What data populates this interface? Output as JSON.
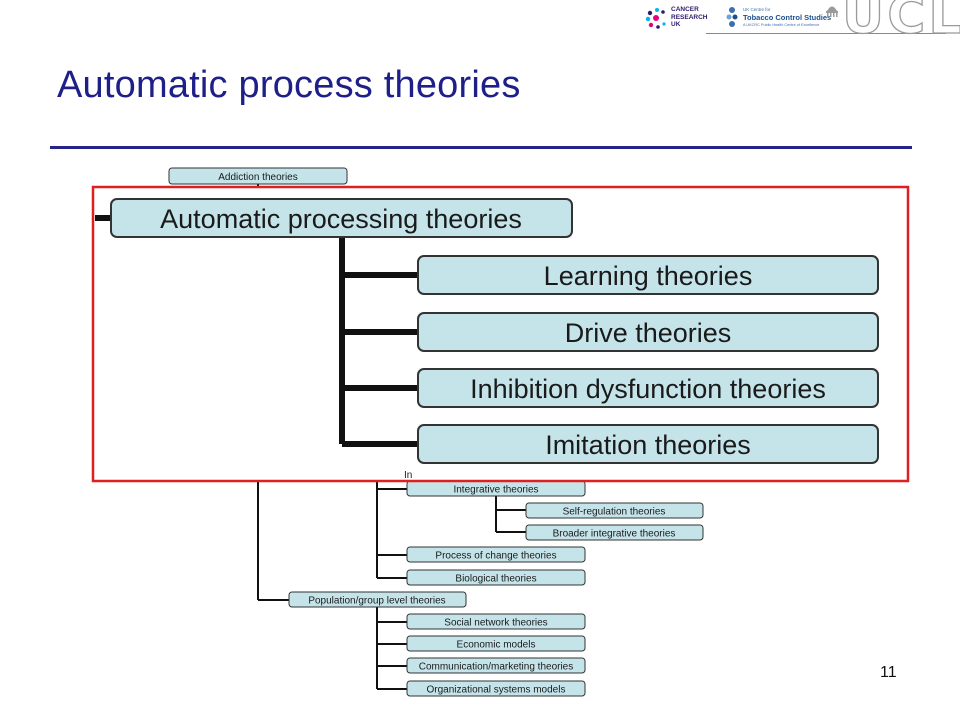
{
  "slide": {
    "title": "Automatic process theories",
    "page_number": "11"
  },
  "logos": {
    "cancer_research": {
      "line1": "CANCER",
      "line2": "RESEARCH",
      "line3": "UK",
      "colors": [
        "#e6007e",
        "#2e1a6a",
        "#00b6ed"
      ]
    },
    "tobacco_control": {
      "small": "UK Centre for",
      "main": "Tobacco Control Studies",
      "sub": "A UKCRC Public Health Centre of Excellence"
    },
    "ucl": {
      "text": "UCL"
    }
  },
  "colors": {
    "title": "#1f1f8a",
    "node_fill": "#c5e4ea",
    "node_border": "#333333",
    "highlight_border": "#e02020"
  },
  "tree": {
    "top": {
      "root": "Addiction theories",
      "partial_label": "In",
      "integrative": "Integrative theories",
      "self_regulation": "Self-regulation theories",
      "broader_integrative": "Broader integrative theories",
      "process_of_change": "Process of change theories",
      "biological": "Biological theories",
      "population": "Population/group level theories",
      "social_network": "Social network theories",
      "economic": "Economic models",
      "communication": "Communication/marketing theories",
      "organizational": "Organizational systems models"
    },
    "zoom": {
      "parent": "Automatic processing theories",
      "children": [
        "Learning theories",
        "Drive theories",
        "Inhibition dysfunction theories",
        "Imitation theories"
      ]
    }
  }
}
